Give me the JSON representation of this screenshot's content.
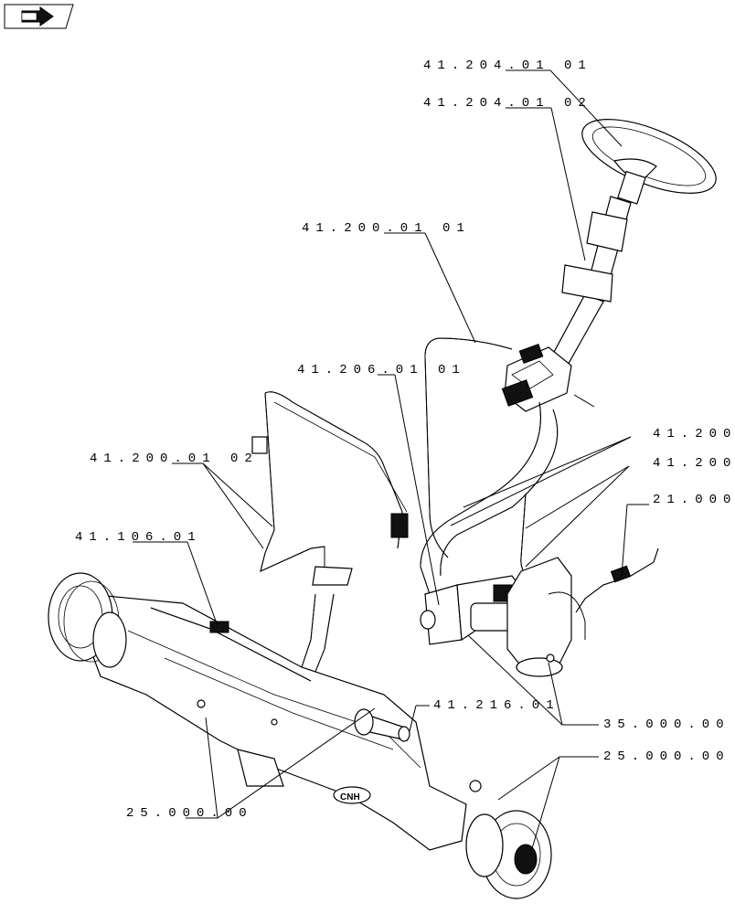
{
  "diagram": {
    "nav_icon": "book-arrow-icon",
    "callouts": [
      {
        "id": "c1",
        "text": "41.204.01 01"
      },
      {
        "id": "c2",
        "text": "41.204.01 02"
      },
      {
        "id": "c3",
        "text": "41.200.01 01"
      },
      {
        "id": "c4",
        "text": "41.206.01 01"
      },
      {
        "id": "c5",
        "text": "41.200"
      },
      {
        "id": "c6",
        "text": "41.200"
      },
      {
        "id": "c7",
        "text": "41.200.01 02"
      },
      {
        "id": "c8",
        "text": "21.000"
      },
      {
        "id": "c9",
        "text": "41.106.01"
      },
      {
        "id": "c10",
        "text": "41.216.01"
      },
      {
        "id": "c11",
        "text": "35.000.00"
      },
      {
        "id": "c12",
        "text": "25.000.00"
      },
      {
        "id": "c13",
        "text": "25.000.00"
      }
    ],
    "badge_text": "CNH"
  }
}
